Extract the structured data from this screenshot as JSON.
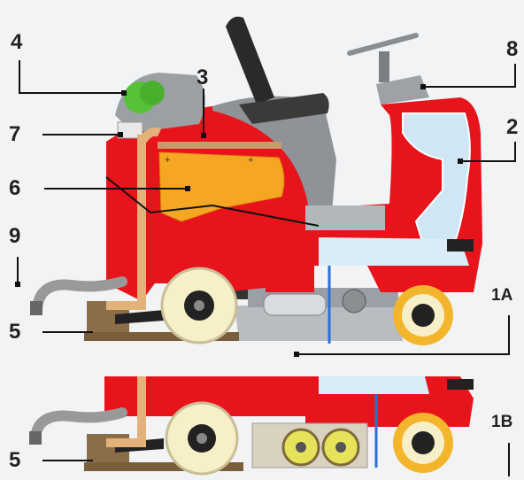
{
  "labels": {
    "l4": "4",
    "l3": "3",
    "l8": "8",
    "l7": "7",
    "l2": "2",
    "l6": "6",
    "l9": "9",
    "l1a": "1A",
    "l5a": "5",
    "l1b": "1B",
    "l5b": "5"
  },
  "colors": {
    "body_red": "#e8141c",
    "tank_blue": "#cfe6f5",
    "tank_orange": "#f5a623",
    "wheel_cream": "#f7efc8",
    "hose_tan": "#e3b27a",
    "filter_green": "#55c237",
    "seat_dark": "#2a2a2a"
  }
}
